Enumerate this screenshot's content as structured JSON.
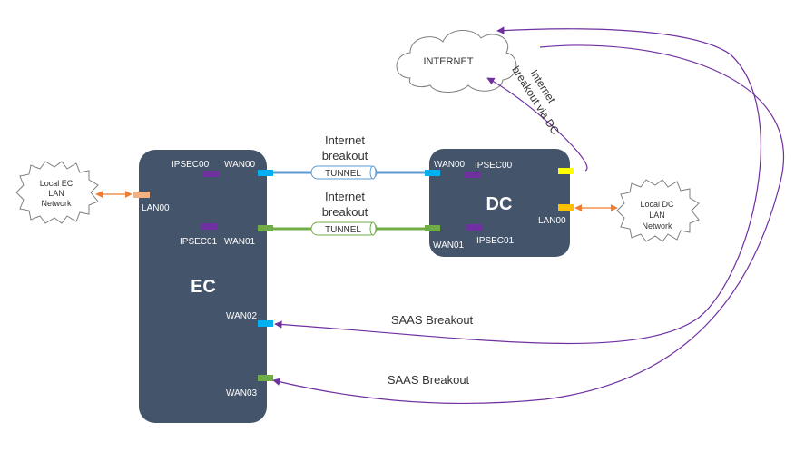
{
  "internet": {
    "label": "INTERNET"
  },
  "local_ec": {
    "line1": "Local EC",
    "line2": "LAN",
    "line3": "Network"
  },
  "local_dc": {
    "line1": "Local DC",
    "line2": "LAN",
    "line3": "Network"
  },
  "ec": {
    "title": "EC",
    "lan00": "LAN00",
    "ipsec00": "IPSEC00",
    "ipsec01": "IPSEC01",
    "wan00": "WAN00",
    "wan01": "WAN01",
    "wan02": "WAN02",
    "wan03": "WAN03"
  },
  "dc": {
    "title": "DC",
    "wan00": "WAN00",
    "wan01": "WAN01",
    "ipsec00": "IPSEC00",
    "ipsec01": "IPSEC01",
    "lan00": "LAN00"
  },
  "tunnels": [
    {
      "label": "TUNNEL",
      "caption_line1": "Internet",
      "caption_line2": "breakout"
    },
    {
      "label": "TUNNEL",
      "caption_line1": "Internet",
      "caption_line2": "breakout"
    }
  ],
  "saas": [
    "SAAS Breakout",
    "SAAS Breakout"
  ],
  "dc_breakout": {
    "line1": "Internet",
    "line2": "breakout via DC"
  },
  "colors": {
    "box": "#44546a",
    "wan_blue": "#00b0f0",
    "wan_green": "#70ad47",
    "ipsec_purple": "#7030a0",
    "lan_orange": "#f4b183",
    "dc_lan_orange": "#ffc000",
    "dc_yellow": "#ffff00",
    "arrow_purple": "#7030a0",
    "arrow_orange": "#ed7d31",
    "tunnel_blue": "#5b9bd5",
    "tunnel_green": "#70ad47"
  }
}
